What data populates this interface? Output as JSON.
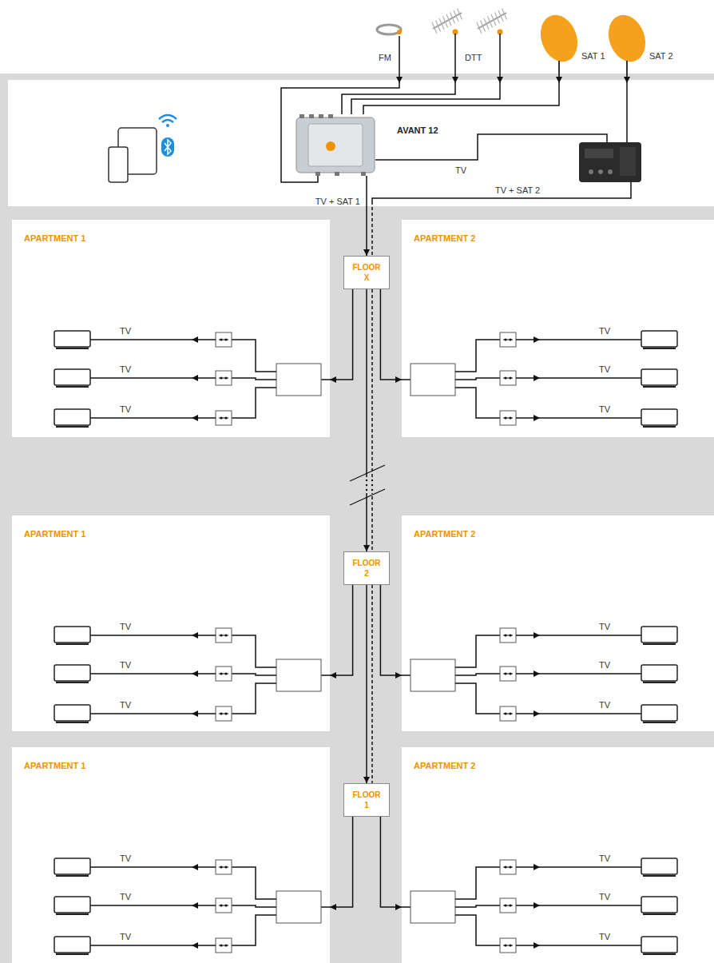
{
  "diagram": {
    "nodes": [
      {
        "text": [
          "AVANT 12"
        ]
      },
      {
        "text": [
          "APARTMENT 1"
        ]
      },
      {
        "text": [
          "FLOOR X"
        ]
      },
      {
        "text": [
          "APARTMENT 2"
        ]
      },
      {
        "text": [
          "APARTMENT 1"
        ]
      },
      {
        "text": [
          "FLOOR 2"
        ]
      },
      {
        "text": [
          "APARTMENT 2"
        ]
      },
      {
        "text": [
          "APARTMENT 1"
        ]
      },
      {
        "text": [
          "FLOOR 1"
        ]
      },
      {
        "text": [
          "APARTMENT 2"
        ]
      }
    ],
    "edges": [
      {
        "from": 0,
        "to": 2,
        "label": "TV + SAT 1",
        "arrow": "to"
      },
      {
        "from": 2,
        "to": 1,
        "arrow": "to"
      },
      {
        "from": 2,
        "to": 3,
        "arrow": "to"
      },
      {
        "from": 2,
        "to": 5,
        "arrow": "to"
      },
      {
        "from": 5,
        "to": 4,
        "arrow": "to"
      },
      {
        "from": 5,
        "to": 6,
        "arrow": "to"
      },
      {
        "from": 5,
        "to": 8,
        "arrow": "to"
      },
      {
        "from": 8,
        "to": 7,
        "arrow": "to"
      },
      {
        "from": 8,
        "to": 9,
        "arrow": "to"
      }
    ],
    "labels": [
      "FM",
      "DTT",
      "SAT 1",
      "SAT 2",
      "TV",
      "TV + SAT 2",
      "TV",
      "TV",
      "TV",
      "TV",
      "TV",
      "TV",
      "TV",
      "TV",
      "TV",
      "TV",
      "TV",
      "TV",
      "TV",
      "TV",
      "TV",
      "TV",
      "TV",
      "TV"
    ]
  }
}
